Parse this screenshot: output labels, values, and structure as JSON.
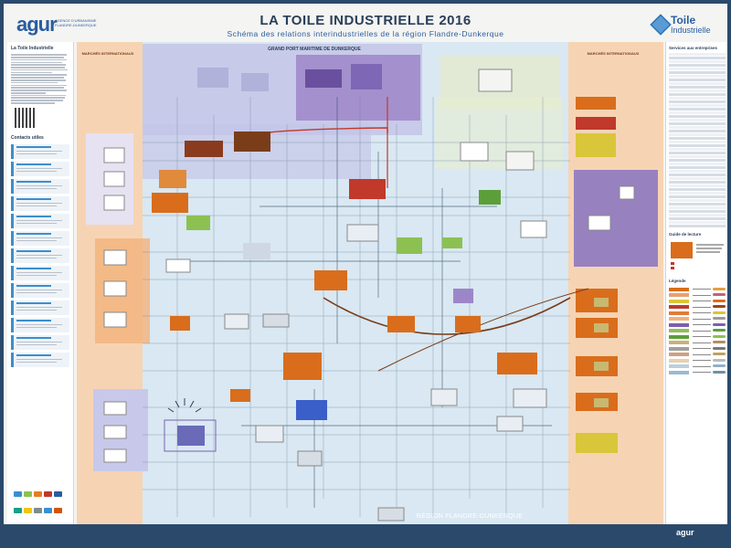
{
  "header": {
    "agur_logo": "agur",
    "agur_tagline": "AGENCE D'URBANISME FLANDRE-DUNKERQUE",
    "title": "LA TOILE INDUSTRIELLE 2016",
    "subtitle": "Schéma des relations interindustrielles de la région Flandre-Dunkerque",
    "toile_logo_line1": "Toile",
    "toile_logo_line2": "Industrielle"
  },
  "left_column": {
    "heading": "La Toile Industrielle",
    "contacts_heading": "Contacts utiles"
  },
  "right_column": {
    "services_heading": "Services aux entreprises",
    "guide_heading": "Guide de lecture",
    "legend_heading": "Légende"
  },
  "zones": {
    "international_left": "MARCHÉS INTERNATIONAUX",
    "international_right": "MARCHÉS INTERNATIONAUX",
    "port": "GRAND PORT MARITIME DE DUNKERQUE",
    "region": "RÉGION FLANDRE-DUNKERQUE"
  },
  "footer": {
    "logo": "agur"
  },
  "colors": {
    "frame": "#2b4a6b",
    "international": "#f6d4b3",
    "port": "#c4c6e8",
    "region": "#cfe2ef",
    "accent_orange": "#d96d1c",
    "accent_purple": "#7b5fb0",
    "accent_green": "#8cc152",
    "accent_yellow": "#d9c63a",
    "accent_red": "#c0392b"
  }
}
